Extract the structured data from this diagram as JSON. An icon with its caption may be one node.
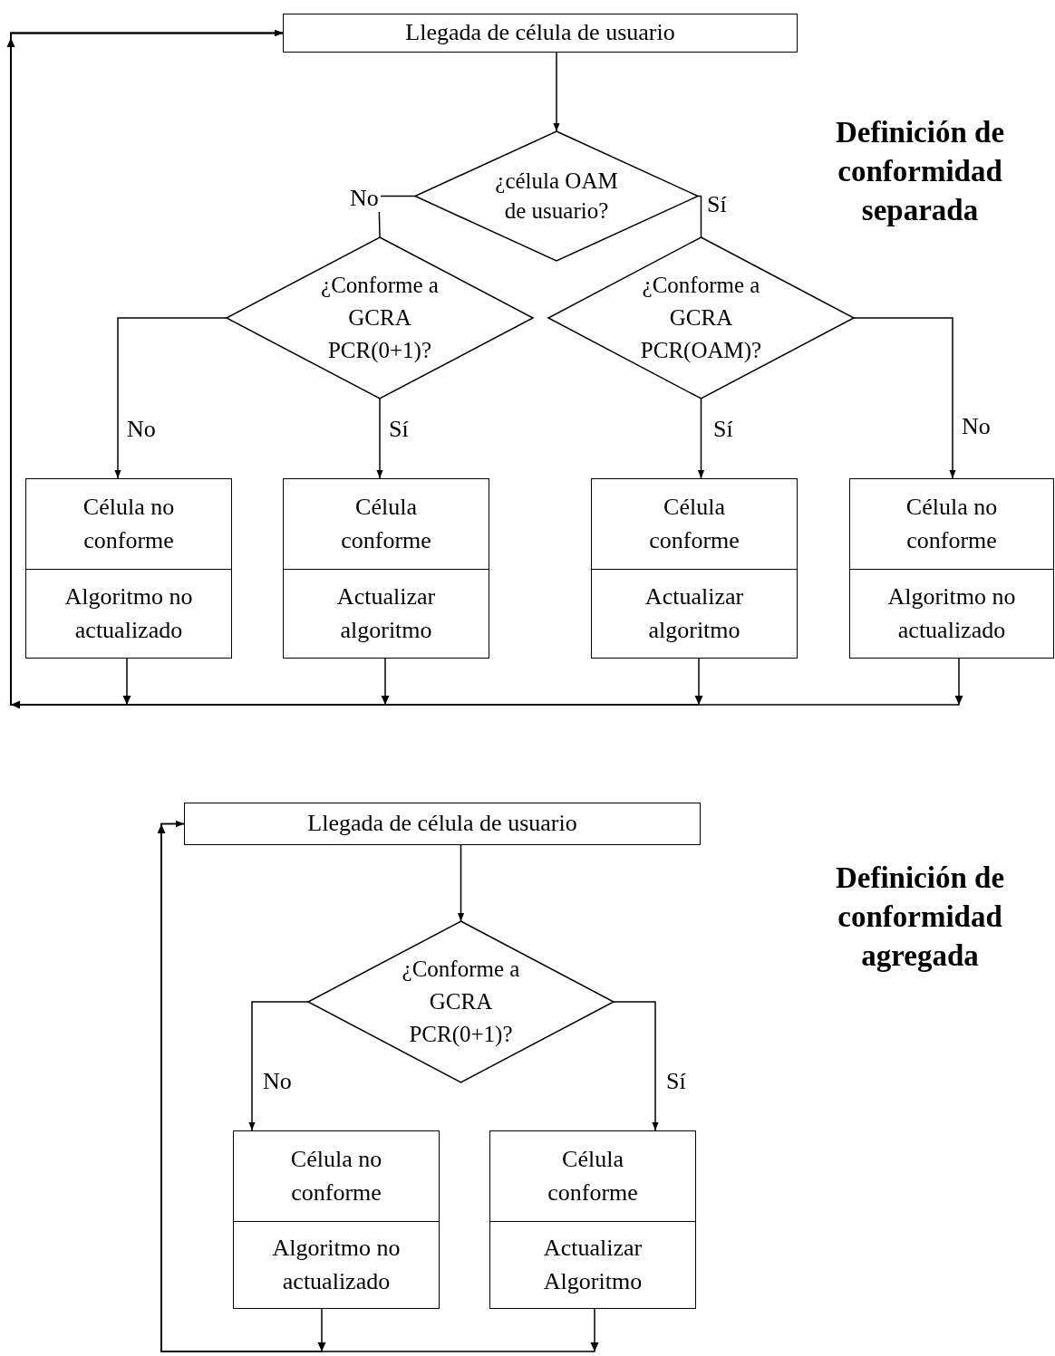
{
  "diagram": {
    "nodes": [
      {
        "text": [
          "Llegada de célula de usuario"
        ]
      },
      {
        "text": [
          "¿célula OAM de usuario?"
        ]
      },
      {
        "text": [
          "¿Conforme a GCRA PCR(0+1)?"
        ]
      },
      {
        "text": [
          "¿Conforme a GCRA PCR(OAM)?"
        ]
      },
      {
        "text": [
          "Célula no conforme",
          "Algoritmo no actualizado"
        ]
      },
      {
        "text": [
          "Célula conforme",
          "Actualizar algoritmo"
        ]
      },
      {
        "text": [
          "Célula conforme",
          "Actualizar algoritmo"
        ]
      },
      {
        "text": [
          "Célula no conforme",
          "Algoritmo no actualizado"
        ]
      },
      {
        "text": [
          "Llegada de célula de usuario"
        ]
      },
      {
        "text": [
          "¿Conforme a GCRA PCR(0+1)?"
        ]
      },
      {
        "text": [
          "Célula no conforme",
          "Algoritmo no actualizado"
        ]
      },
      {
        "text": [
          "Célula conforme",
          "Actualizar Algoritmo"
        ]
      }
    ],
    "edges": [
      {
        "from": 0,
        "to": 1,
        "arrow": "to"
      },
      {
        "from": 1,
        "to": 2,
        "arrow": "none",
        "label": "No"
      },
      {
        "from": 1,
        "to": 3,
        "arrow": "none",
        "label": "Sí"
      },
      {
        "from": 2,
        "to": 4,
        "arrow": "to",
        "label": "No"
      },
      {
        "from": 2,
        "to": 5,
        "arrow": "to",
        "label": "Sí"
      },
      {
        "from": 3,
        "to": 6,
        "arrow": "to",
        "label": "Sí"
      },
      {
        "from": 3,
        "to": 7,
        "arrow": "to",
        "label": "No"
      },
      {
        "from": 4,
        "to": 0,
        "arrow": "to"
      },
      {
        "from": 5,
        "to": 0,
        "arrow": "to"
      },
      {
        "from": 6,
        "to": 0,
        "arrow": "to"
      },
      {
        "from": 7,
        "to": 0,
        "arrow": "to"
      },
      {
        "from": 8,
        "to": 9,
        "arrow": "to"
      },
      {
        "from": 9,
        "to": 10,
        "arrow": "to",
        "label": "No"
      },
      {
        "from": 9,
        "to": 11,
        "arrow": "to",
        "label": "Sí"
      },
      {
        "from": 10,
        "to": 8,
        "arrow": "to"
      },
      {
        "from": 11,
        "to": 8,
        "arrow": "to"
      }
    ],
    "labels": [
      "Definición de conformidad separada",
      "Definición de conformidad agregada"
    ]
  }
}
